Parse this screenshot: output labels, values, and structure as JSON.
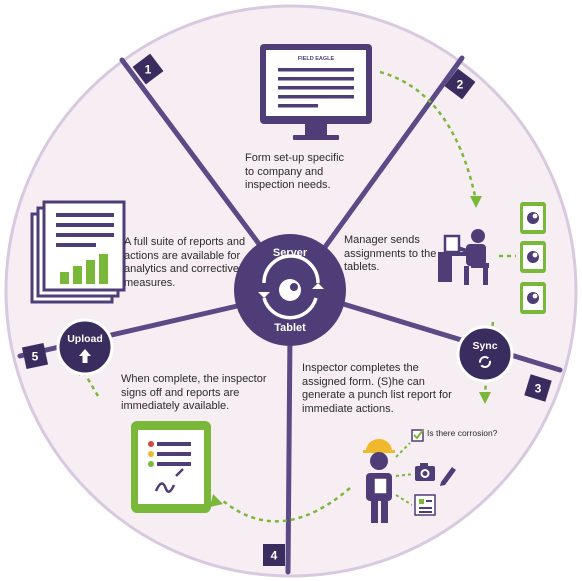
{
  "hub": {
    "top_label": "Server",
    "bottom_label": "Tablet"
  },
  "steps": [
    {
      "number": "1",
      "caption": "Form set-up specific to company and inspection needs."
    },
    {
      "number": "2",
      "caption": "Manager sends assignments to the tablets."
    },
    {
      "number": "3",
      "caption": "Inspector completes the assigned form. (S)he can generate a punch list report for immediate actions."
    },
    {
      "number": "4",
      "caption": "When complete, the inspector signs off and reports are immediately available."
    },
    {
      "number": "5",
      "caption": "A full suite of reports and actions are available for analytics and corrective measures."
    }
  ],
  "badges": {
    "sync": "Sync",
    "upload": "Upload"
  },
  "monitor_brand": "FIELD EAGLE",
  "callout": {
    "question": "Is there corrosion?"
  },
  "colors": {
    "purple": "#4f3d78",
    "dark_purple": "#3a2c5e",
    "green": "#7ab83a",
    "wedge_fill": "#f6eef3",
    "border": "#c9b6d6",
    "divider": "#5a4a85"
  }
}
